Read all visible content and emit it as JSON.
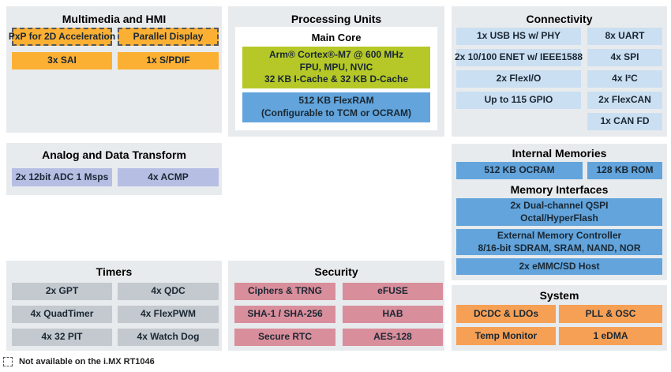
{
  "colors": {
    "panel_bg": "#E8EBED",
    "amber": "#FBB034",
    "dashed_border": "#53575A",
    "green": "#B5C827",
    "blue": "#62A4DB",
    "light_blue": "#CBDFF2",
    "lavender": "#B7BEE3",
    "pink": "#D98E9B",
    "gray_item": "#C3C9CE",
    "orange": "#F6A055",
    "text": "#1A2733"
  },
  "panels": {
    "multimedia": {
      "title": "Multimedia and HMI",
      "items": [
        "PxP for 2D Acceleration",
        "Parallel Display",
        "3x SAI",
        "1x S/PDIF"
      ]
    },
    "processing": {
      "title": "Processing Units",
      "main_core_label": "Main Core",
      "core_lines": [
        "Arm® Cortex®-M7 @ 600 MHz",
        "FPU, MPU, NVIC",
        "32 KB I-Cache & 32 KB D-Cache"
      ],
      "flexram_lines": [
        "512 KB FlexRAM",
        "(Configurable to TCM or OCRAM)"
      ]
    },
    "connectivity": {
      "title": "Connectivity",
      "left_items": [
        "1x USB HS w/ PHY",
        "2x 10/100 ENET w/ IEEE1588",
        "2x FlexI/O",
        "Up to 115 GPIO"
      ],
      "right_items": [
        "8x UART",
        "4x SPI",
        "4x I²C",
        "2x FlexCAN",
        "1x CAN FD"
      ]
    },
    "analog": {
      "title": "Analog and Data Transform",
      "items": [
        "2x 12bit ADC 1 Msps",
        "4x ACMP"
      ]
    },
    "memories": {
      "internal_title": "Internal Memories",
      "internal_items": [
        "512 KB OCRAM",
        "128 KB ROM"
      ],
      "interfaces_title": "Memory Interfaces",
      "qspi_lines": [
        "2x Dual-channel QSPI",
        "Octal/HyperFlash"
      ],
      "emc_lines": [
        "External Memory Controller",
        "8/16-bit SDRAM, SRAM, NAND, NOR"
      ],
      "emmc": "2x eMMC/SD Host"
    },
    "timers": {
      "title": "Timers",
      "items": [
        "2x GPT",
        "4x QDC",
        "4x QuadTimer",
        "4x FlexPWM",
        "4x 32 PIT",
        "4x Watch Dog"
      ]
    },
    "security": {
      "title": "Security",
      "items": [
        "Ciphers & TRNG",
        "eFUSE",
        "SHA-1 / SHA-256",
        "HAB",
        "Secure RTC",
        "AES-128"
      ]
    },
    "system": {
      "title": "System",
      "items": [
        "DCDC & LDOs",
        "PLL & OSC",
        "Temp Monitor",
        "1 eDMA"
      ]
    }
  },
  "legend": {
    "label": "Not available on the i.MX RT1046"
  }
}
